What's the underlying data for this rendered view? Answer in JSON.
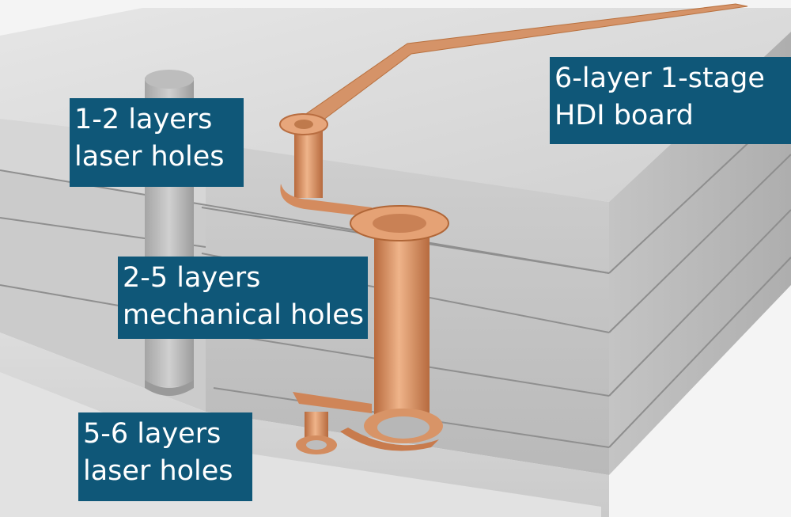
{
  "labels": {
    "board": [
      "6-layer 1-stage",
      "HDI board"
    ],
    "laser_top": [
      "1-2 layers",
      "laser holes"
    ],
    "mechanical": [
      "2-5 layers",
      "mechanical holes"
    ],
    "laser_bottom": [
      "5-6 layers",
      "laser holes"
    ]
  },
  "colors": {
    "label_bg": "#0f5778",
    "label_text": "#ffffff",
    "board_top": "#d9d9d9",
    "board_side": "#bfbfbf",
    "copper": "#d4895a"
  },
  "icons": [
    "pcb-board-illustration",
    "copper-trace",
    "laser-via",
    "mechanical-via"
  ]
}
